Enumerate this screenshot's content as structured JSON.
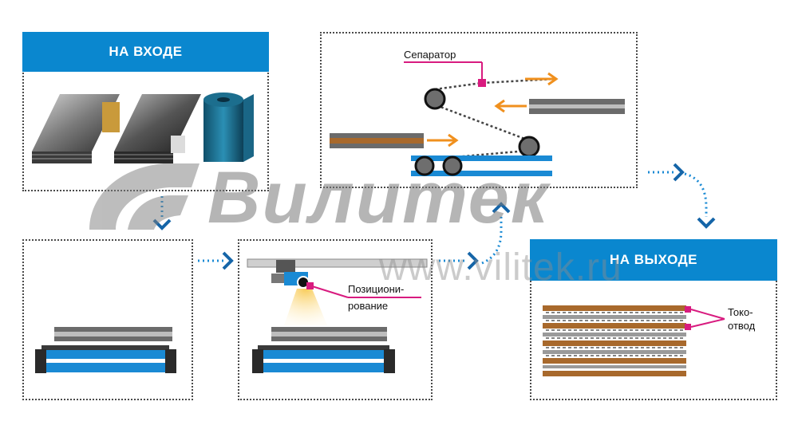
{
  "headers": {
    "input": "НА ВХОДЕ",
    "output": "НА ВЫХОДЕ"
  },
  "labels": {
    "separator": "Сепаратор",
    "positioning_1": "Позициони-",
    "positioning_2": "рование",
    "tab_1": "Токо-",
    "tab_2": "отвод"
  },
  "watermark": {
    "brand": "Вилитек",
    "url": "www.vilitek.ru"
  },
  "colors": {
    "accent_blue": "#0a87cf",
    "arrow_orange": "#f0901e",
    "label_magenta": "#d81b7f",
    "electrode_brown": "#a8692c",
    "electrode_gray": "#6b6b6b"
  }
}
